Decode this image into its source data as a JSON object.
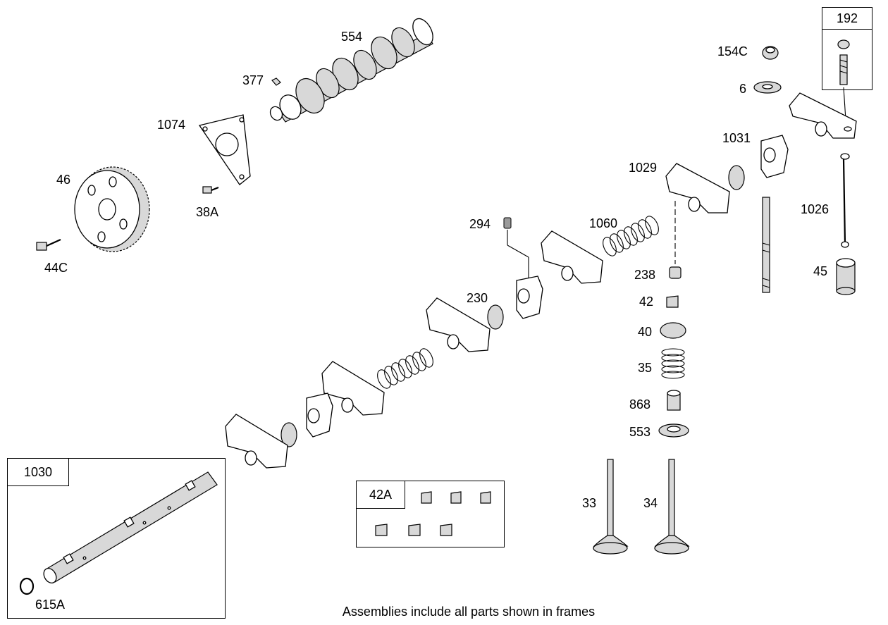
{
  "labels": {
    "p554": "554",
    "p377": "377",
    "p1074": "1074",
    "p46": "46",
    "p38A": "38A",
    "p44C": "44C",
    "p154C": "154C",
    "p6": "6",
    "p1031": "1031",
    "p1029": "1029",
    "p1026": "1026",
    "p294": "294",
    "p1060": "1060",
    "p238": "238",
    "p45": "45",
    "p42": "42",
    "p230": "230",
    "p40": "40",
    "p35": "35",
    "p868": "868",
    "p553": "553",
    "p33": "33",
    "p34": "34",
    "p615A": "615A"
  },
  "frames": {
    "f192": "192",
    "f1030": "1030",
    "f42A": "42A"
  },
  "caption": "Assemblies include all parts shown in frames"
}
